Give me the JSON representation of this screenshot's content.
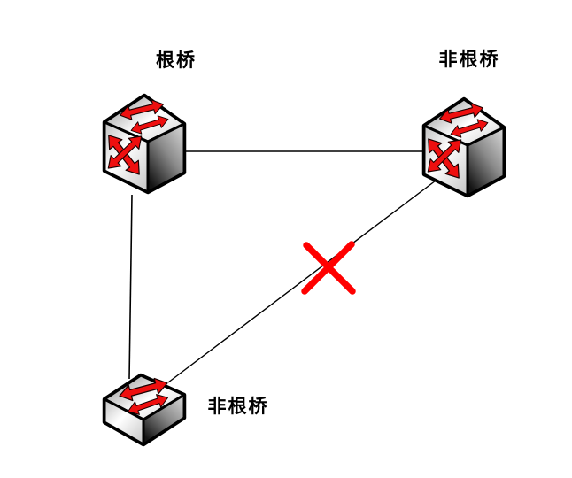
{
  "diagram": {
    "kind": "network-topology",
    "nodes": [
      {
        "label": "根桥",
        "icon": "layer3-switch-icon",
        "position": "top-left"
      },
      {
        "label": "非根桥",
        "icon": "layer3-switch-icon",
        "position": "top-right"
      },
      {
        "label": "非根桥",
        "icon": "workgroup-switch-icon",
        "position": "bottom-left"
      }
    ],
    "links": [
      {
        "from": "根桥",
        "to": "非根桥 (top-right)",
        "status": "active"
      },
      {
        "from": "根桥",
        "to": "非根桥 (bottom-left)",
        "status": "active"
      },
      {
        "from": "非根桥 (top-right)",
        "to": "非根桥 (bottom-left)",
        "status": "blocked",
        "marker": "X"
      }
    ],
    "colors": {
      "background": "#ffffff",
      "link_line": "#000000",
      "blocked_x": "#ff0000",
      "arrow_red": "#ee0f0f",
      "label_text": "#000000"
    }
  }
}
